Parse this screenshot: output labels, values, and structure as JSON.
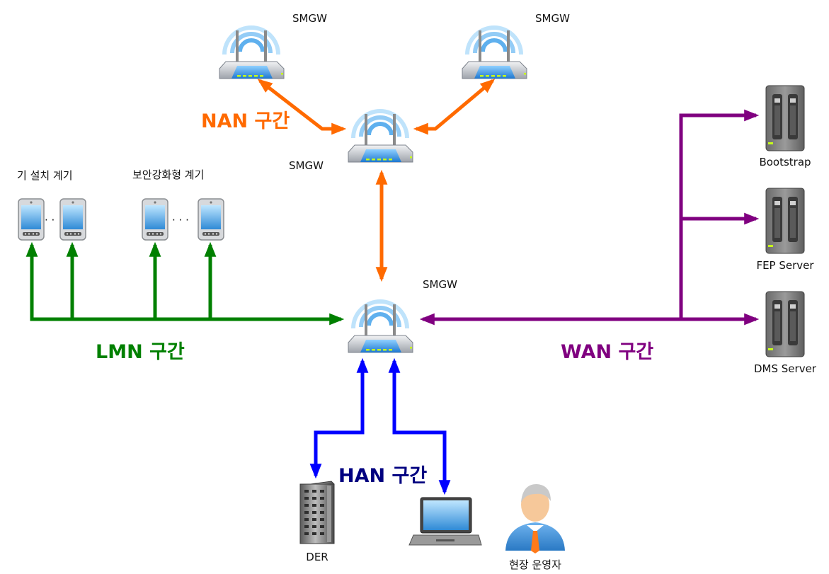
{
  "nodes": {
    "smgw_top_left": "SMGW",
    "smgw_top_right": "SMGW",
    "smgw_middle": "SMGW",
    "smgw_main": "SMGW",
    "bootstrap": "Bootstrap",
    "fep_server": "FEP Server",
    "dms_server": "DMS Server",
    "der": "DER",
    "field_operator": "현장 운영자"
  },
  "meter_groups": {
    "installed": {
      "label": "기 설치 계기",
      "ellipsis": "· ·"
    },
    "security_enhanced": {
      "label": "보안강화형 계기",
      "ellipsis": "· · ·"
    }
  },
  "zones": {
    "nan": {
      "label": "NAN 구간",
      "color": "#ff6a00"
    },
    "lmn": {
      "label": "LMN 구간",
      "color": "#008000"
    },
    "wan": {
      "label": "WAN 구간",
      "color": "#800080"
    },
    "han": {
      "label": "HAN 구간",
      "color": "#0000ff",
      "text_color": "#000080"
    }
  },
  "icons": {
    "router": "wifi-router-icon",
    "meter": "smart-meter-icon",
    "server": "rack-server-icon",
    "der": "der-tower-icon",
    "laptop": "laptop-icon",
    "person": "operator-person-icon"
  }
}
